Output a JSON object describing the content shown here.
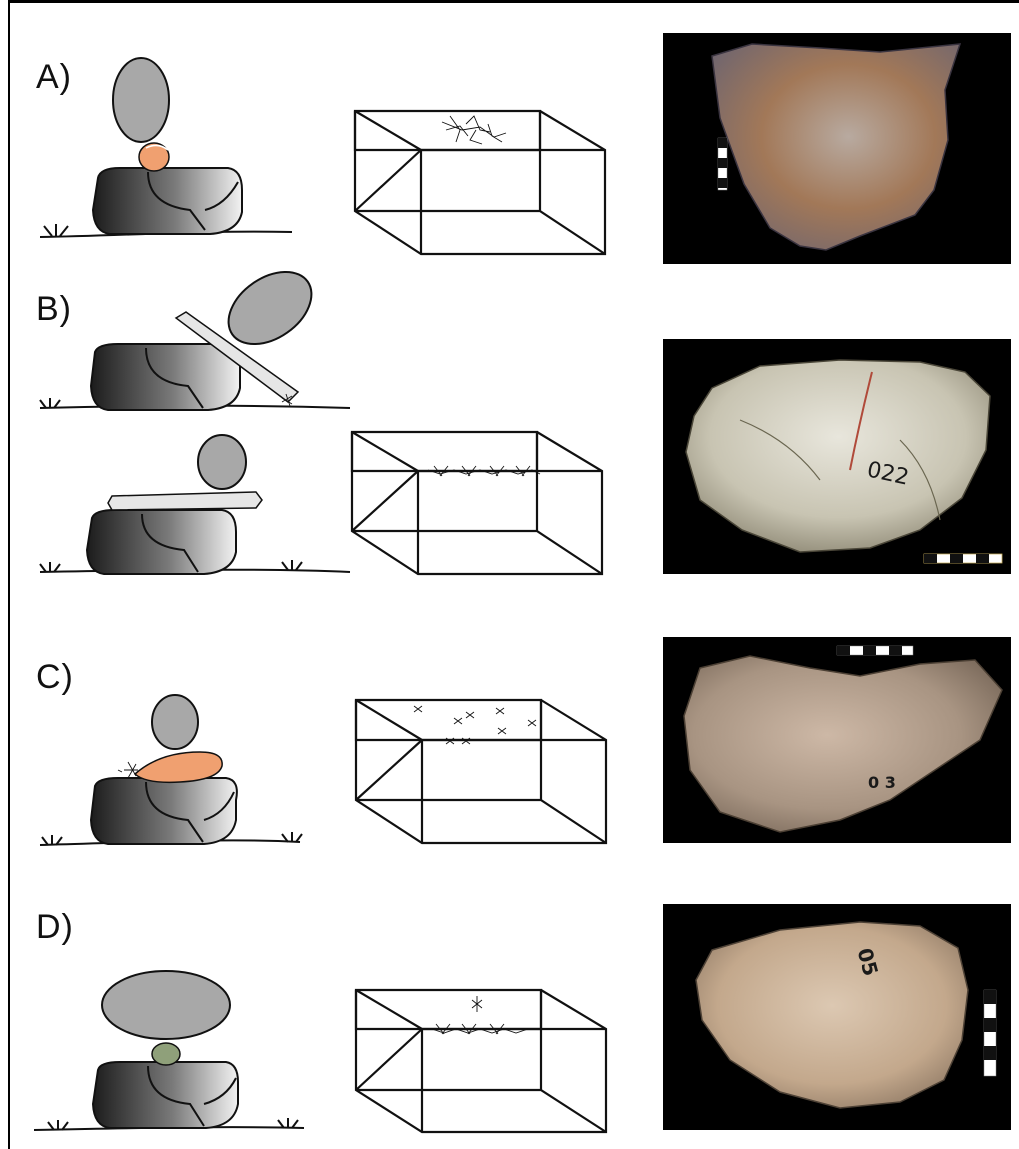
{
  "panels": [
    {
      "label": "A)",
      "photo_mark": ""
    },
    {
      "label": "B)",
      "photo_mark": "022"
    },
    {
      "label": "C)",
      "photo_mark": "0 3"
    },
    {
      "label": "D)",
      "photo_mark": "05"
    }
  ],
  "colors": {
    "stone_gray": "#a8a8a8",
    "anvil_dark": "#2a2a2a",
    "core_orange": "#f0a070",
    "pebble_green": "#8fa07a",
    "photo_background": "#000000",
    "wood_stick": "#e6e6e6"
  }
}
